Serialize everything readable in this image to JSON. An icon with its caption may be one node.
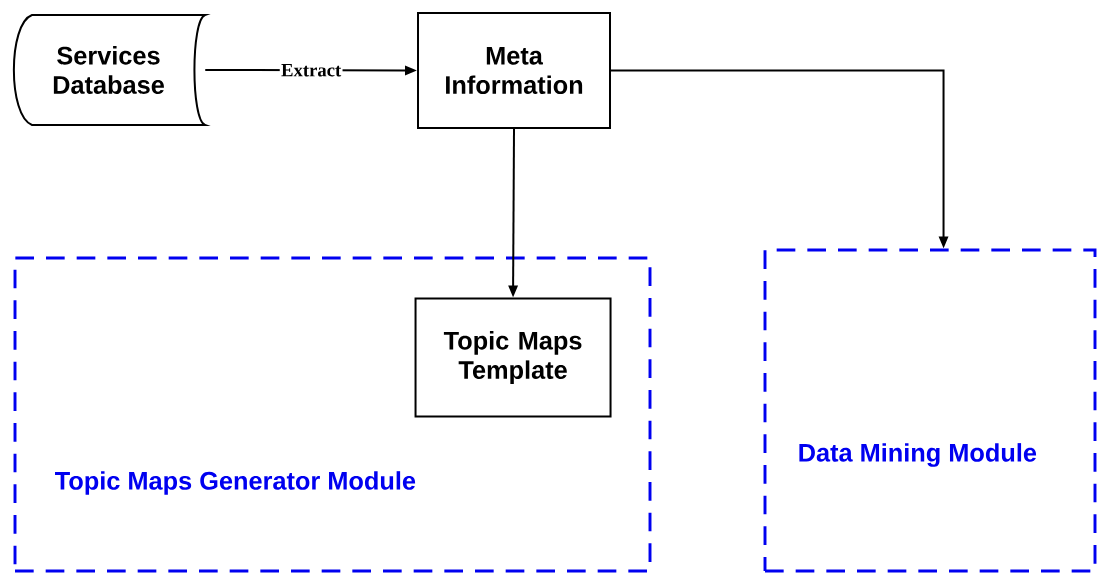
{
  "diagram": {
    "nodes": [
      {
        "text": [
          "Services Database"
        ]
      },
      {
        "text": [
          "Meta Information"
        ]
      },
      {
        "text": [
          "Topic Maps Generator Module"
        ]
      },
      {
        "text": [
          "Topic Maps Template"
        ],
        "in": 2
      },
      {
        "text": [
          "Data Mining Module"
        ]
      }
    ],
    "edges": [
      {
        "from": 0,
        "to": 1,
        "arrow": "to",
        "label": "Extract"
      },
      {
        "from": 1,
        "to": 3,
        "arrow": "to"
      },
      {
        "from": 1,
        "to": 4,
        "arrow": "to"
      }
    ]
  }
}
